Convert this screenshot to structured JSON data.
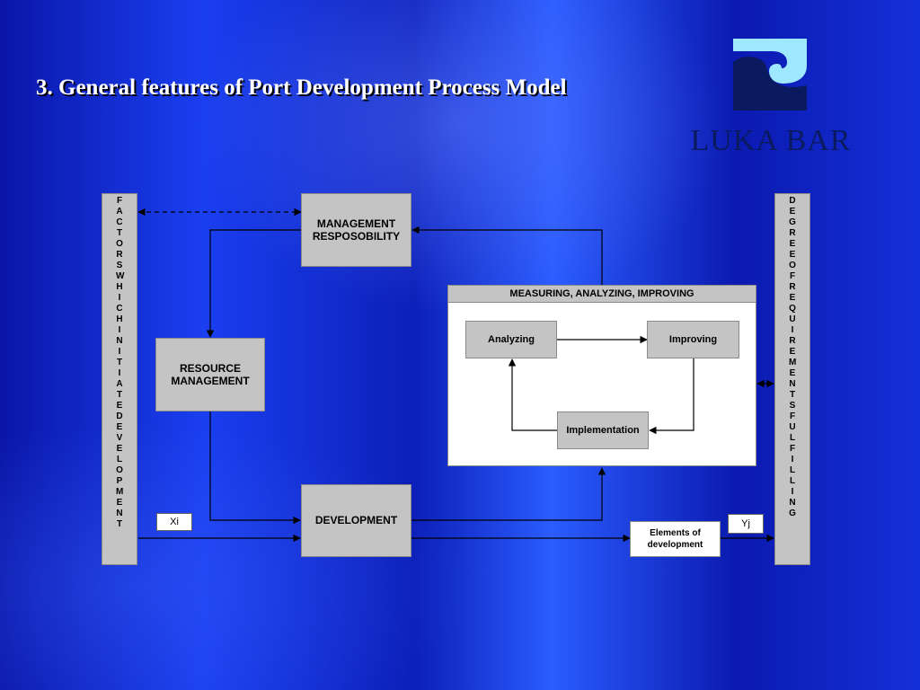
{
  "slide": {
    "title": "3. General features of Port Development Process Model"
  },
  "logo": {
    "text": "LUKA BAR",
    "mark_icon": "luka-bar-wave-logo-icon",
    "colors": {
      "mark_top": "#9ee8ff",
      "mark_bottom": "#0b1a5e",
      "text": "#0b1a5e"
    }
  },
  "diagram": {
    "left_bar_text": "FACTORS WHICH INITIATE DEVELOPMENT",
    "right_bar_text": "DEGREE OF REQUIREMENTS FULFILLING",
    "management": "MANAGEMENT RESPOSOBILITY",
    "resource": "RESOURCE MANAGEMENT",
    "development": "DEVELOPMENT",
    "panel_title": "MEASURING, ANALYZING, IMPROVING",
    "analyzing": "Analyzing",
    "improving": "Improving",
    "implementation": "Implementation",
    "elements": "Elements of development",
    "xi": "Xi",
    "yj": "Yj"
  },
  "colors": {
    "box_fill": "#c4c4c4",
    "box_border": "#8a8a8a",
    "background_blue": "#1a3ff0"
  }
}
